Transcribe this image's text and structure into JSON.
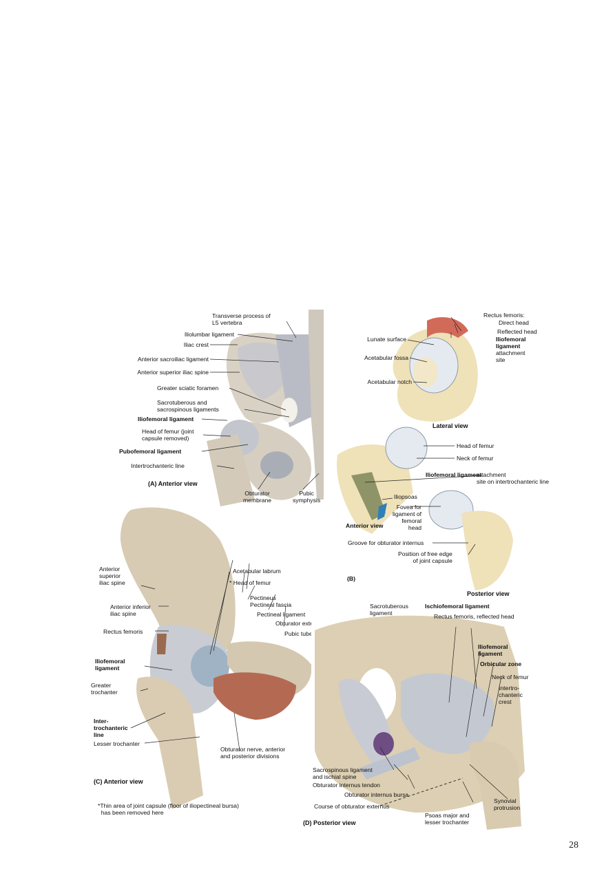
{
  "page_number": "28",
  "panel_a": {
    "labels": [
      "Transverse process of\nL5 vertebra",
      "Iliolumbar ligament",
      "Iliac crest",
      "Anterior sacroiliac ligament",
      "Anterior superior iliac spine",
      "Greater sciatic foramen",
      "Sacrotuberous and\nsacrospinous ligaments",
      "Iliofemoral ligament",
      "Head of femur (joint\ncapsule removed)",
      "Pubofemoral ligament",
      "Intertrochanteric line",
      "Obturator\nmembrane",
      "Pubic\nsymphysis"
    ],
    "view": "(A) Anterior view"
  },
  "panel_b": {
    "labels": [
      "Rectus femoris:",
      "Direct head",
      "Reflected head",
      "Iliofemoral\nligament",
      "attachment\nsite",
      "Lunate surface",
      "Acetabular fossa",
      "Acetabular notch",
      "Head of femur",
      "Neck of femur",
      "Iliofemoral ligament",
      "attachment\nsite on intertrochanteric line",
      "Iliopsoas",
      "Fovea for\nligament of\nfemoral\nhead",
      "Groove for obturator internus",
      "Position of free edge\nof joint capsule"
    ],
    "lateral_view": "Lateral view",
    "anterior_view": "Anterior view",
    "posterior_view": "Posterior view",
    "tag": "(B)"
  },
  "panel_c": {
    "labels": [
      "Anterior\nsuperior\niliac spine",
      "Acetabular labrum",
      "* Head of femur",
      "Pectineus\nPectineal fascia",
      "Pectineal ligament",
      "Obturator externus",
      "Pubic tubercle",
      "Anterior inferior\niliac spine",
      "Rectus femoris",
      "Iliofemoral\nligament",
      "Greater\ntrochanter",
      "Inter-\ntrochanteric\nline",
      "Lesser trochanter",
      "Obturator nerve, anterior\nand posterior divisions"
    ],
    "view": "(C) Anterior view",
    "footnote": "*Thin area of joint capsule (floor of iliopectineal bursa)\n  has been removed here"
  },
  "panel_d": {
    "labels": [
      "Sacrotuberous\nligament",
      "Ischiofemoral ligament",
      "Rectus femoris, reflected head",
      "Iliofemoral\nligament",
      "Orbicular zone",
      "Neck of femur",
      "Intertro-\nchanteric\ncrest",
      "Sacrospinous ligament\nand ischial spine",
      "Obturator internus tendon",
      "Obturator internus bursa",
      "Course of obturator externus",
      "Psoas major and\nlesser trochanter",
      "Synovial\nprotrusion"
    ],
    "view": "(D) Posterior view"
  }
}
